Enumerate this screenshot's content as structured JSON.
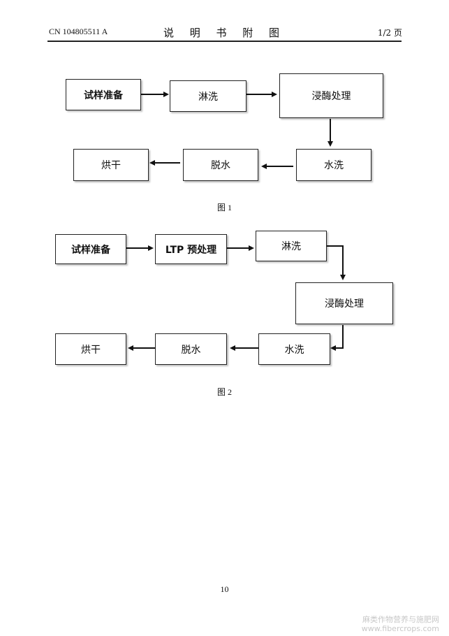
{
  "header": {
    "patent_no": "CN 104805511 A",
    "title": "说 明 书 附 图",
    "page": "1/2 页"
  },
  "figure1": {
    "caption": "图 1",
    "steps": {
      "prep": "试样准备",
      "rinse": "淋洗",
      "enzyme": "浸酶处理",
      "wash": "水洗",
      "dewater": "脱水",
      "dry": "烘干"
    }
  },
  "figure2": {
    "caption": "图 2",
    "steps": {
      "prep": "试样准备",
      "ltp": "LTP 预处理",
      "rinse": "淋洗",
      "enzyme": "浸酶处理",
      "wash": "水洗",
      "dewater": "脱水",
      "dry": "烘干"
    }
  },
  "page_number": "10",
  "watermark": {
    "line1": "麻类作物营养与施肥网",
    "line2": "www.fibercrops.com"
  }
}
